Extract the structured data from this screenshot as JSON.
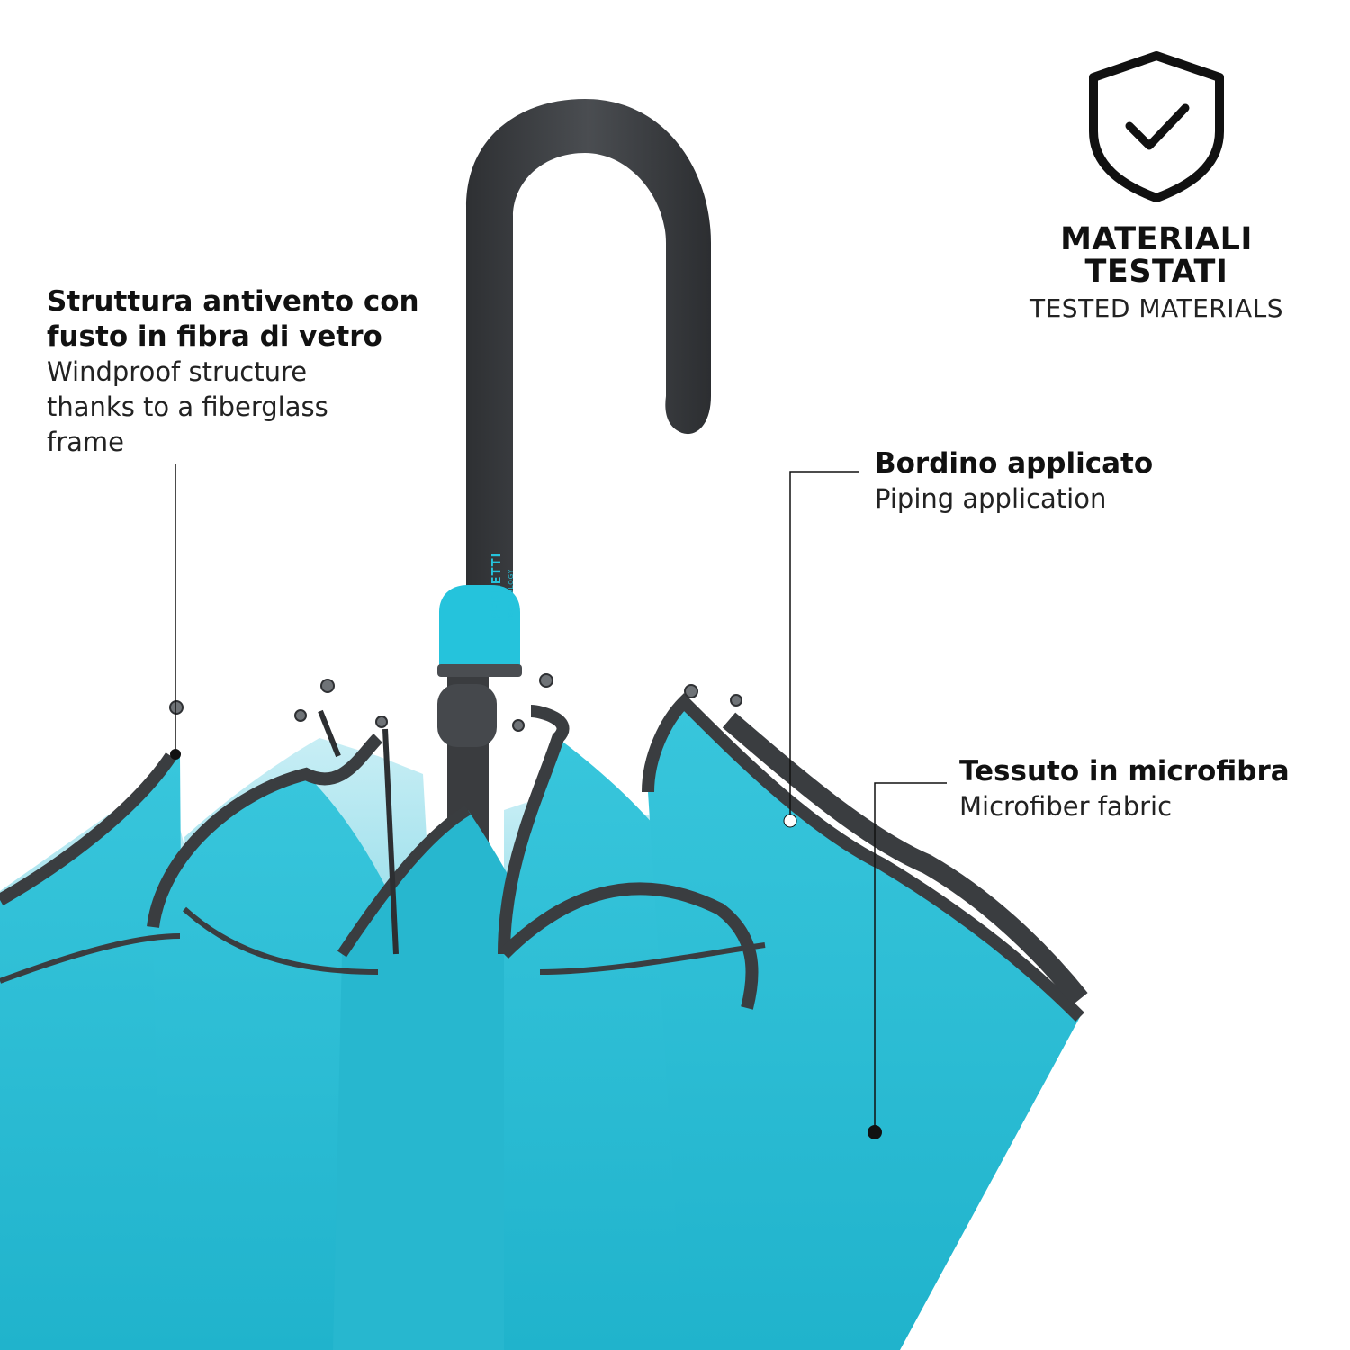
{
  "badge": {
    "icon": "shield-check-icon",
    "title_line1": "MATERIALI",
    "title_line2": "TESTATI",
    "subtitle": "TESTED MATERIALS"
  },
  "callouts": {
    "structure": {
      "it_line1": "Struttura antivento con",
      "it_line2": "fusto in fibra di vetro",
      "en_line1": "Windproof structure",
      "en_line2": "thanks to a fiberglass",
      "en_line3": "frame"
    },
    "piping": {
      "it": "Bordino applicato",
      "en": "Piping application"
    },
    "fabric": {
      "it": "Tessuto in microfibra",
      "en": "Microfiber fabric"
    }
  },
  "product": {
    "brand": "PERLETTI",
    "brand_sub": "TECHNOLOGY",
    "canopy_color": "#2bbcd4",
    "canopy_inner_color": "#aee6f0",
    "piping_color": "#3a3d40",
    "handle_color": "#3c3e41",
    "accent_color": "#25c3dc"
  }
}
